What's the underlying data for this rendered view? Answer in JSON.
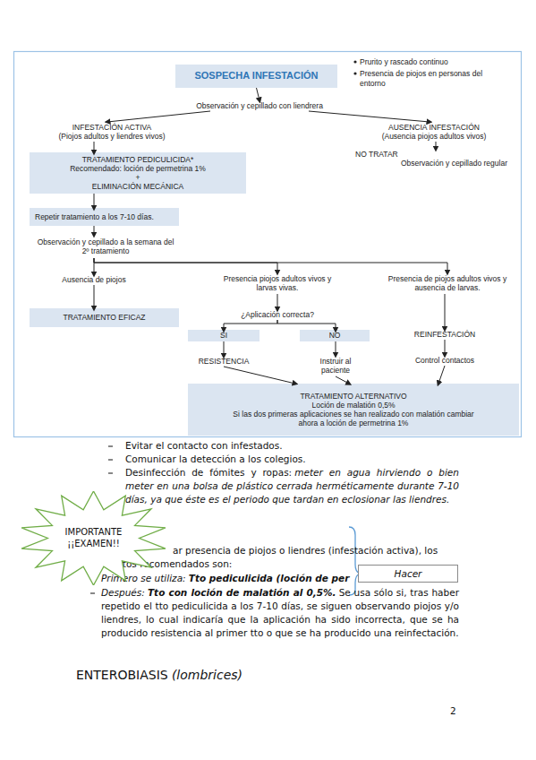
{
  "diagram": {
    "nodes": [
      {
        "text": [
          "SOSPECHA INFESTACIÓN"
        ]
      },
      {
        "text": [
          "Observación y cepillado con liendrera"
        ]
      },
      {
        "text": [
          "INFESTACIÓN ACTIVA",
          "(Piojos adultos y liendres vivos)"
        ]
      },
      {
        "text": [
          "AUSENCIA INFESTACIÓN",
          "(Ausencia piojos adultos vivos)"
        ]
      },
      {
        "text": [
          "NO TRATAR",
          "Observación y cepillado regular"
        ]
      },
      {
        "text": [
          "TRATAMIENTO PEDICULICIDA*",
          "Recomendado: loción de permetrina 1%",
          "+",
          "ELIMINACIÓN MECÁNICA"
        ]
      },
      {
        "text": [
          "Repetir tratamiento a los 7-10 días."
        ]
      },
      {
        "text": [
          "Observación y cepillado a la semana del 2º tratamiento"
        ]
      },
      {
        "text": [
          "Ausencia de piojos"
        ]
      },
      {
        "text": [
          "Presencia piojos adultos vivos y larvas vivas."
        ]
      },
      {
        "text": [
          "Presencia de piojos adultos vivos y ausencia de larvas."
        ]
      },
      {
        "text": [
          "TRATAMIENTO EFICAZ"
        ]
      },
      {
        "text": [
          "¿Aplicación correcta?"
        ]
      },
      {
        "text": [
          "SI"
        ]
      },
      {
        "text": [
          "NO"
        ]
      },
      {
        "text": [
          "REINFESTACIÓN"
        ]
      },
      {
        "text": [
          "RESISTENCIA"
        ]
      },
      {
        "text": [
          "Instruir al paciente"
        ]
      },
      {
        "text": [
          "Control contactos"
        ]
      },
      {
        "text": [
          "TRATAMIENTO ALTERNATIVO",
          "Loción de malatión 0,5%",
          "Si las dos primeras aplicaciones se han realizado con malatión cambiar ahora a loción de permetrina 1%"
        ]
      },
      {
        "text": [
          "IMPORTANTE ¡¡EXAMEN!!"
        ]
      },
      {
        "text": [
          "Hacer"
        ]
      }
    ],
    "edges": [
      {
        "from": 0,
        "to": 1,
        "arrow": "to"
      },
      {
        "from": 1,
        "to": 2,
        "arrow": "to"
      },
      {
        "from": 1,
        "to": 3,
        "arrow": "to"
      },
      {
        "from": 2,
        "to": 5,
        "arrow": "to"
      },
      {
        "from": 3,
        "to": 4,
        "arrow": "to"
      },
      {
        "from": 5,
        "to": 6,
        "arrow": "to"
      },
      {
        "from": 6,
        "to": 7,
        "arrow": "to"
      },
      {
        "from": 7,
        "to": 8,
        "arrow": "to"
      },
      {
        "from": 7,
        "to": 9,
        "arrow": "to"
      },
      {
        "from": 7,
        "to": 10,
        "arrow": "to"
      },
      {
        "from": 8,
        "to": 11,
        "arrow": "to"
      },
      {
        "from": 9,
        "to": 12,
        "arrow": "to"
      },
      {
        "from": 12,
        "to": 13,
        "arrow": "to"
      },
      {
        "from": 12,
        "to": 14,
        "arrow": "to"
      },
      {
        "from": 10,
        "to": 15,
        "arrow": "to"
      },
      {
        "from": 13,
        "to": 16,
        "arrow": "to"
      },
      {
        "from": 14,
        "to": 17,
        "arrow": "to"
      },
      {
        "from": 15,
        "to": 18,
        "arrow": "to"
      },
      {
        "from": 16,
        "to": 19,
        "arrow": "to"
      },
      {
        "from": 17,
        "to": 19,
        "arrow": "to"
      },
      {
        "from": 18,
        "to": 19,
        "arrow": "to"
      }
    ],
    "labels": [
      "Prurito y rascado continuo",
      "Presencia de piojos en personas del entorno",
      "Evitar el contacto con infestados.",
      "Comunicar la detección a los colegios.",
      "Desinfección de fómites y ropas:",
      "meter en agua hirviendo o bien meter en una bolsa de plástico cerrada herméticamente durante 7-10 días, ya que éste es el periodo que tardan en eclosionar las liendres.",
      "ar presencia de piojos o liendres (infestación activa), los",
      "tamientos recomendados son:",
      "Primero se utiliza:",
      "Tto pediculicida (loción de per",
      "Después:",
      "Tto con loción de malatión al 0,5%.",
      "Se usa sólo si, tras haber repetido el tto pediculicida a los 7-10 días, se siguen observando piojos y/o liendres, lo cual indicaría que la aplicación ha sido incorrecta, que se ha producido resistencia al primer tto o que se ha producido una reinfectación.",
      "ENTEROBIASIS",
      "(lombrices)",
      "2"
    ]
  }
}
